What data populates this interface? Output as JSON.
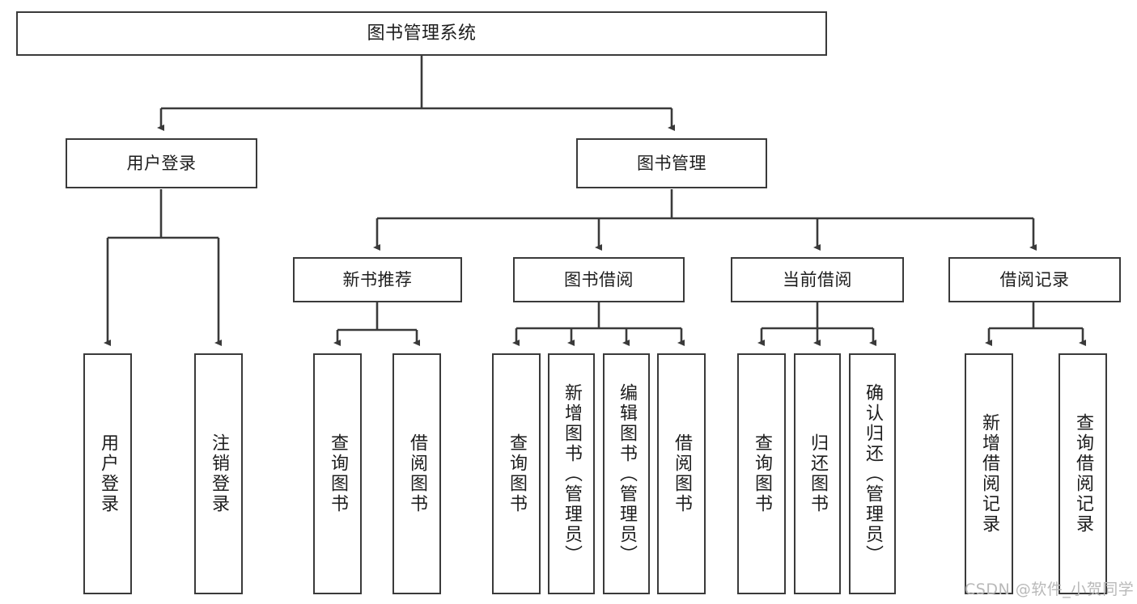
{
  "diagram": {
    "title": "图书管理系统",
    "type": "tree-hierarchy-chart",
    "root": {
      "label": "图书管理系统"
    },
    "level2": [
      {
        "label": "用户登录"
      },
      {
        "label": "图书管理"
      }
    ],
    "level3": [
      {
        "label": "新书推荐"
      },
      {
        "label": "图书借阅"
      },
      {
        "label": "当前借阅"
      },
      {
        "label": "借阅记录"
      }
    ],
    "leaves": {
      "user_login": [
        {
          "label": "用户登录"
        },
        {
          "label": "注销登录"
        }
      ],
      "new_book_recommend": [
        {
          "label": "查询图书"
        },
        {
          "label": "借阅图书"
        }
      ],
      "book_borrow": [
        {
          "label": "查询图书"
        },
        {
          "label": "新增图书（管理员）"
        },
        {
          "label": "编辑图书（管理员）"
        },
        {
          "label": "借阅图书"
        }
      ],
      "current_borrow": [
        {
          "label": "查询图书"
        },
        {
          "label": "归还图书"
        },
        {
          "label": "确认归还（管理员）"
        }
      ],
      "borrow_record": [
        {
          "label": "新增借阅记录"
        },
        {
          "label": "查询借阅记录"
        }
      ]
    }
  },
  "watermark": {
    "text": "CSDN @软件_小贺同学"
  },
  "colors": {
    "box_border": "#3a3a3a",
    "box_fill": "#ffffff",
    "edge": "#3a3a3a",
    "text": "#1d1d1d",
    "watermark": "#b9b9b9",
    "background": "#ffffff"
  }
}
